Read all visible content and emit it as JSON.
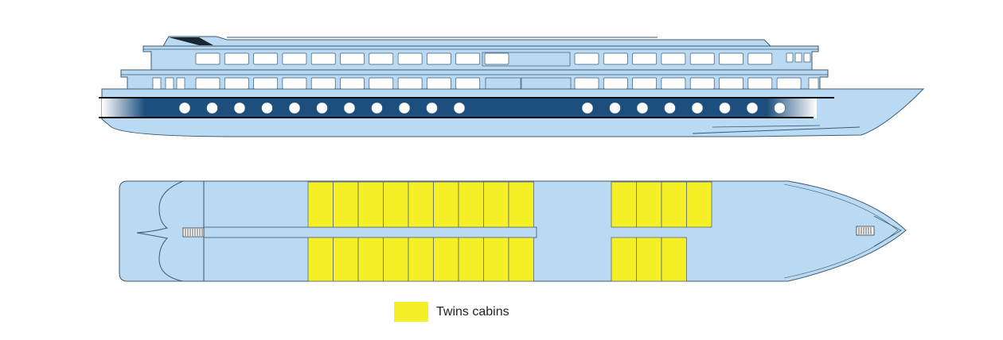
{
  "colors": {
    "background": "#ffffff",
    "hull": "#b9daf2",
    "hull_outline": "#3d5a72",
    "navy_band": "#1d4f7e",
    "window_fill": "#ffffff",
    "twin_cabin": "#f5ef25",
    "cabin_outline": "#5a6a78",
    "dark_trim": "#1b2633"
  },
  "ship_side_view": {
    "lower_deck_portholes_aft": 11,
    "lower_deck_portholes_fwd": 8
  },
  "deck_plan": {
    "cabin_blocks": [
      {
        "row": "port",
        "columns": 9
      },
      {
        "row": "starboard",
        "columns": 9
      },
      {
        "row": "port-forward",
        "columns": 4
      },
      {
        "row": "starboard-forward",
        "columns": 3
      }
    ]
  },
  "legend": {
    "items": [
      {
        "label": "Twins cabins",
        "color": "#f5ef25"
      }
    ]
  }
}
